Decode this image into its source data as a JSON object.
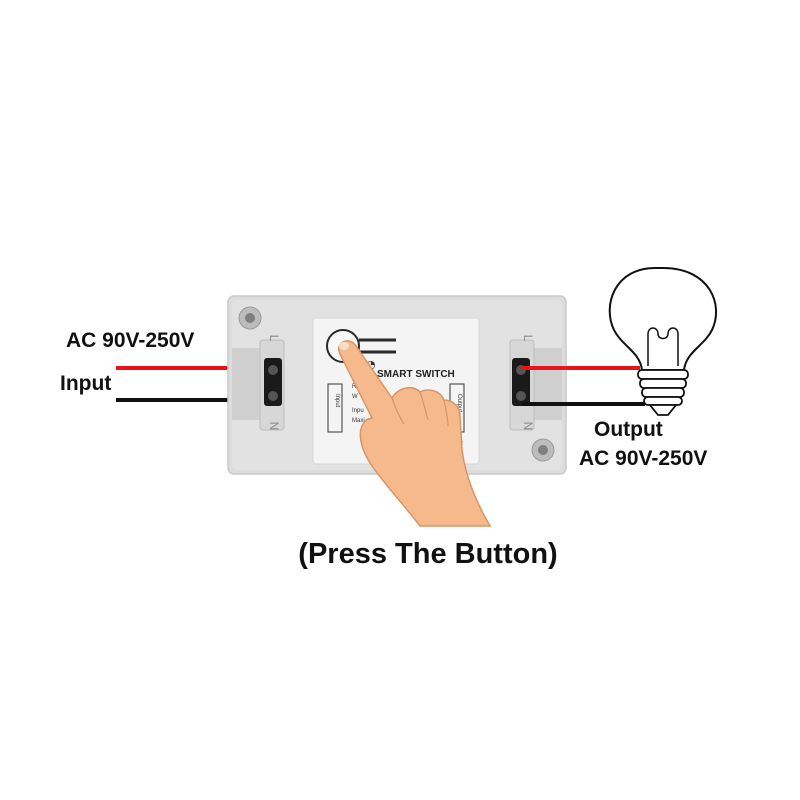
{
  "labels": {
    "input_voltage": "AC 90V-250V",
    "input": "Input",
    "output": "Output",
    "output_voltage": "AC 90V-250V",
    "caption": "(Press The Button)"
  },
  "device": {
    "title": "SMART SWITCH",
    "spec_lines": [
      "R",
      "W",
      "Inpu",
      "Maxi"
    ],
    "terminal_left": [
      "L",
      "N"
    ],
    "terminal_right": [
      "L",
      "N"
    ],
    "panel_left_text": "Input",
    "panel_right_text": "Output"
  },
  "colors": {
    "live_wire": "#e8141c",
    "neutral_wire": "#111111",
    "housing": "#dcdcdc",
    "skin": "#f5b98c"
  }
}
